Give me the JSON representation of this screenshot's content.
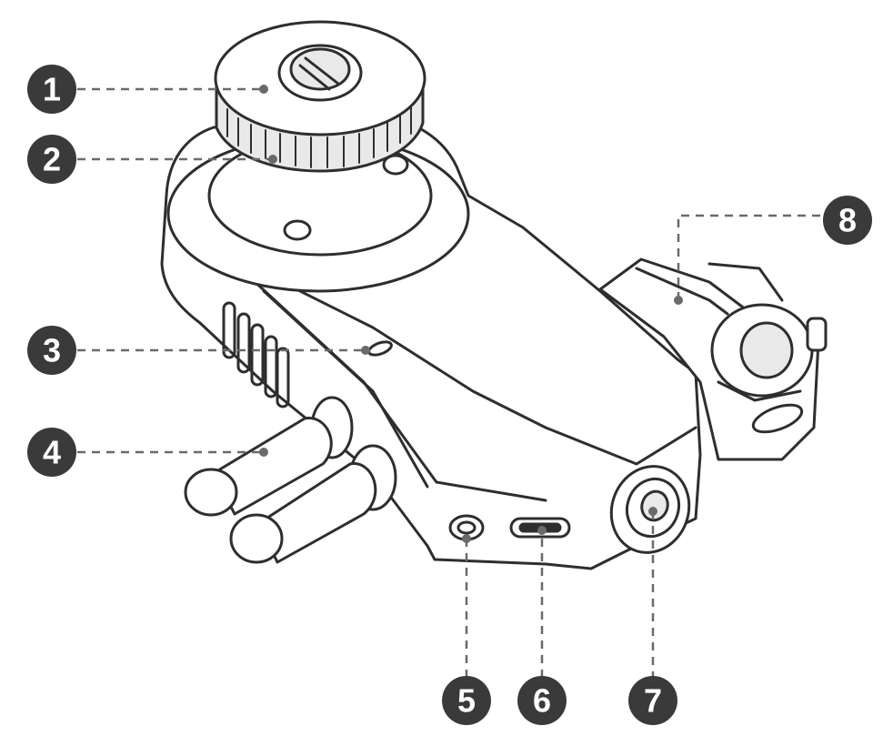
{
  "diagram": {
    "callouts": [
      {
        "label": "1",
        "part": "focus-gear"
      },
      {
        "label": "2",
        "part": "mounting-plate"
      },
      {
        "label": "3",
        "part": "indicator-hole"
      },
      {
        "label": "4",
        "part": "twin-ports"
      },
      {
        "label": "5",
        "part": "audio-jack"
      },
      {
        "label": "6",
        "part": "usb-c-port"
      },
      {
        "label": "7",
        "part": "round-button"
      },
      {
        "label": "8",
        "part": "rod-clamp"
      }
    ],
    "colors": {
      "stroke": "#2e2e2e",
      "callout_fill": "#3a3a3a",
      "callout_text": "#ffffff",
      "leader": "#6a6a6a",
      "body_fill": "#ffffff",
      "shade": "#e9e9e9"
    }
  }
}
